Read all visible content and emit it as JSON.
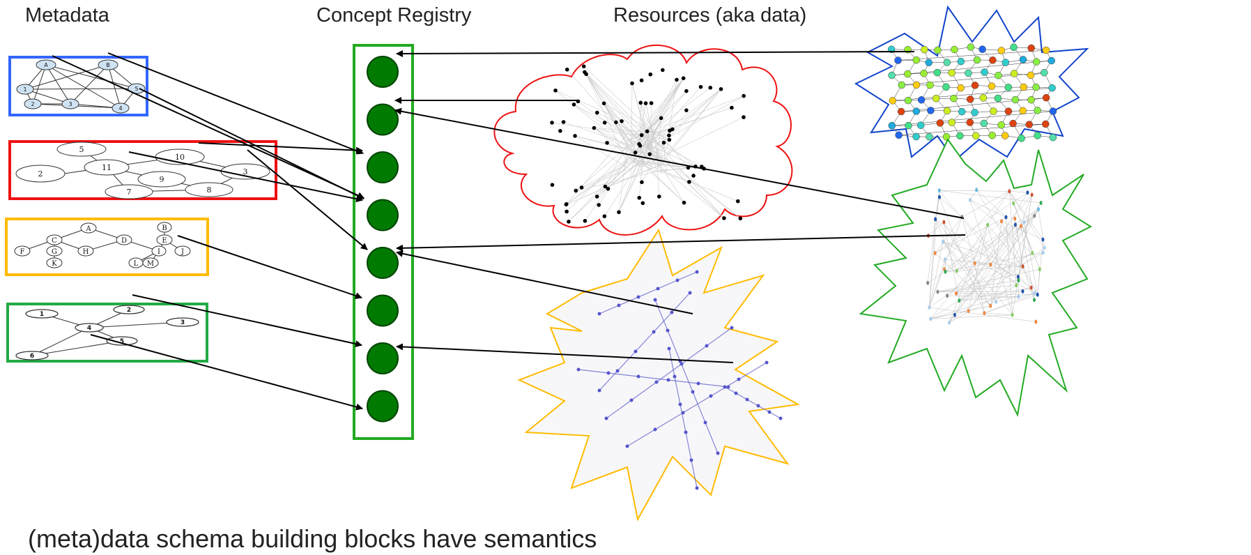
{
  "headers": {
    "metadata": "Metadata",
    "registry": "Concept Registry",
    "resources": "Resources (aka data)"
  },
  "caption": "(meta)data schema building blocks have semantics",
  "colors": {
    "blue": "#3366ff",
    "red": "#ee1111",
    "yellow": "#ffbb00",
    "green": "#22aa44",
    "registry_border": "#22aa22",
    "concept_node": "#007a00",
    "arrow": "#000000"
  },
  "metadata_graphs": {
    "blue": [
      "A",
      "B",
      "1",
      "2",
      "3",
      "4",
      "5"
    ],
    "red": [
      "5",
      "10",
      "11",
      "2",
      "9",
      "3",
      "7",
      "8"
    ],
    "yellow": [
      "A",
      "B",
      "C",
      "D",
      "E",
      "F",
      "G",
      "H",
      "I",
      "J",
      "K",
      "L",
      "M"
    ],
    "green": [
      "1",
      "2",
      "3",
      "4",
      "5",
      "6"
    ]
  },
  "registry": {
    "concept_count": 8
  },
  "resources": [
    "network-star",
    "cloud-network",
    "yellow-burst-tree",
    "green-burst-network"
  ]
}
